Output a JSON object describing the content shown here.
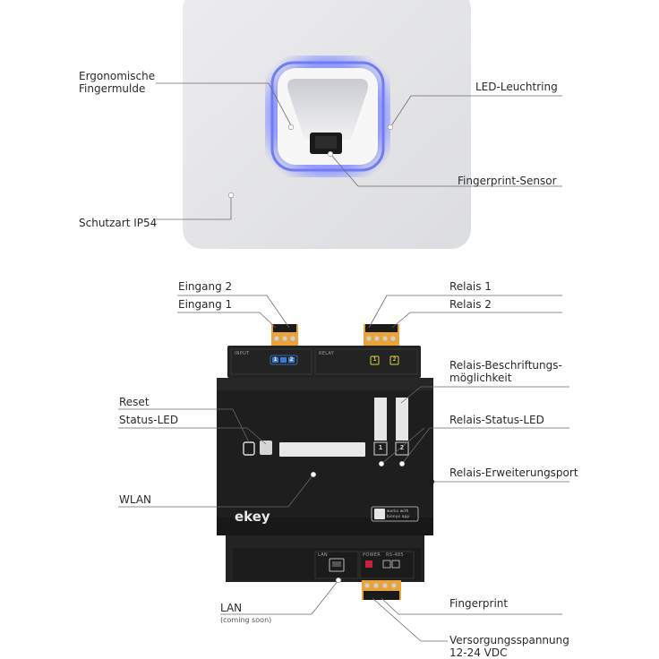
{
  "reader_labels": {
    "finger_groove": "Ergonomische\nFingermulde",
    "led_ring": "LED-Leuchtring",
    "fingerprint_sensor": "Fingerprint-Sensor",
    "protection_class": "Schutzart IP54"
  },
  "controller_labels": {
    "input2": "Eingang 2",
    "input1": "Eingang 1",
    "relay1": "Relais 1",
    "relay2": "Relais 2",
    "relay_labeling": "Relais-Beschriftungs-\nmöglichkeit",
    "reset": "Reset",
    "status_led": "Status-LED",
    "relay_status_led": "Relais-Status-LED",
    "relay_expansion_port": "Relais-Erweiterungsport",
    "wlan": "WLAN",
    "lan": "LAN",
    "lan_note": "(coming soon)",
    "fingerprint": "Fingerprint",
    "power_supply": "Versorgungsspannung\n12-24 VDC"
  },
  "device": {
    "brand": "ekey",
    "input_section": "INPUT",
    "relay_section": "RELAY",
    "lan_section": "LAN",
    "power_section": "POWER",
    "rs485_section": "RS-485",
    "relay_num_1": "1",
    "relay_num_2": "2",
    "input_num_1": "1",
    "input_num_2": "2",
    "app_badge": "works with bionyx app"
  },
  "colors": {
    "led_ring": "#6f7cf2",
    "terminal_orange": "#e8a33a",
    "relay_led_yellow": "#d9d23a",
    "input_led_blue": "#3b7bd6",
    "device_body": "#1e1e1e"
  }
}
